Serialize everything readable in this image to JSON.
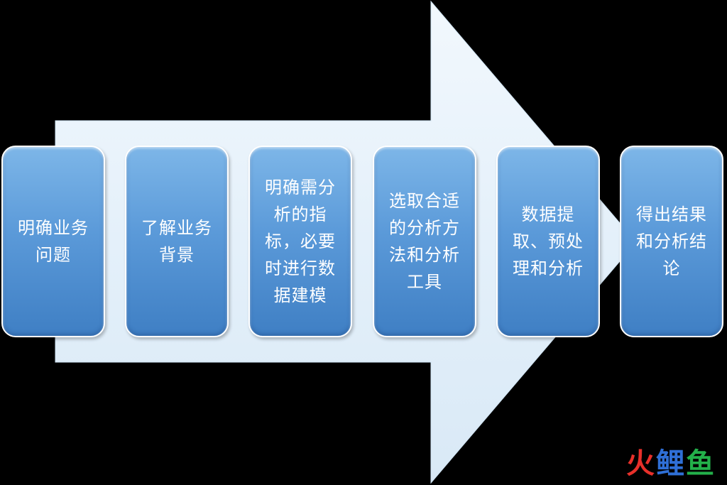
{
  "steps": [
    {
      "label": "明确业务问题"
    },
    {
      "label": "了解业务背景"
    },
    {
      "label": "明确需分析的指标，必要时进行数据建模"
    },
    {
      "label": "选取合适的分析方法和分析工具"
    },
    {
      "label": "数据提取、预处理和分析"
    },
    {
      "label": "得出结果和分析结论"
    }
  ],
  "watermark": {
    "part1": "火",
    "part2": "鲤",
    "part3": "鱼"
  },
  "colors": {
    "background": "#000000",
    "arrow_fill": "#e8f2fb",
    "step_fill": "#5b9ad9",
    "step_text": "#ffffff",
    "brand_red": "#e8302a",
    "brand_blue": "#2f6fd6",
    "brand_green": "#23b04a"
  }
}
